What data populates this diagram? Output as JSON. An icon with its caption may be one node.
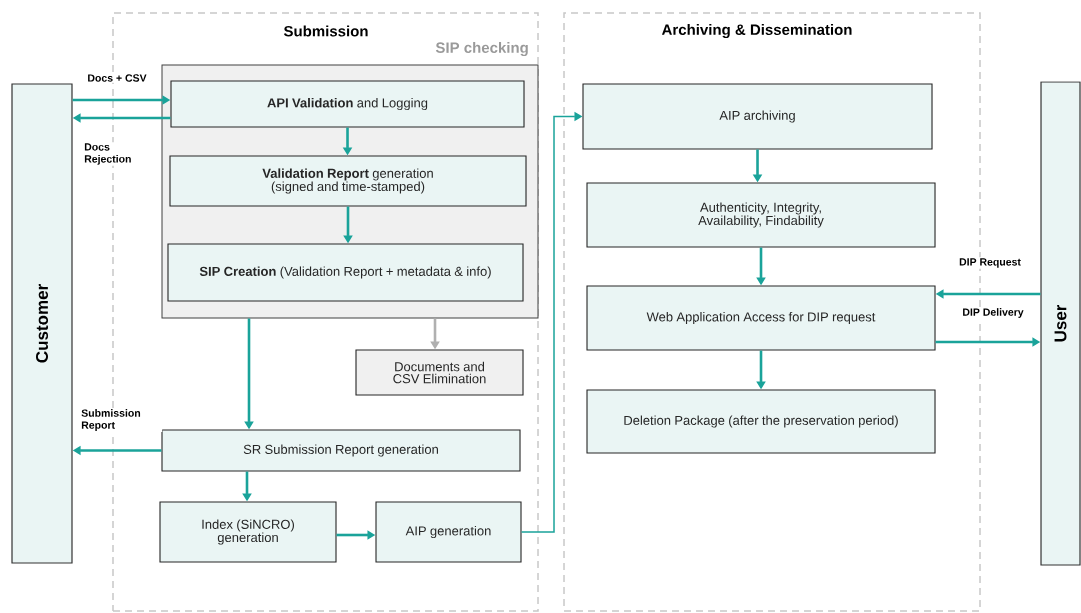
{
  "diagram": {
    "nodes": [
      {
        "text": [
          "Customer"
        ]
      },
      {
        "text": [
          "Submission"
        ]
      },
      {
        "text": [
          "SIP checking"
        ],
        "in": 1
      },
      {
        "text": [
          "**API Validation** and Logging"
        ],
        "in": 2
      },
      {
        "text": [
          "**Validation Report** generation (signed and time-stamped)"
        ],
        "in": 2
      },
      {
        "text": [
          "**SIP Creation** (Validation Report + metadata & info)"
        ],
        "in": 2
      },
      {
        "text": [
          "Documents and CSV Elimination"
        ],
        "in": 1
      },
      {
        "text": [
          "SR Submission Report generation"
        ],
        "in": 1
      },
      {
        "text": [
          "Index (SiNCRO) generation"
        ],
        "in": 1
      },
      {
        "text": [
          "AIP generation"
        ],
        "in": 1
      },
      {
        "text": [
          "Archiving & Dissemination"
        ]
      },
      {
        "text": [
          "AIP archiving"
        ],
        "in": 10
      },
      {
        "text": [
          "Authenticity, Integrity, Availability, Findability"
        ],
        "in": 10
      },
      {
        "text": [
          "Web Application Access for DIP request"
        ],
        "in": 10
      },
      {
        "text": [
          "Deletion Package (after the preservation period)"
        ],
        "in": 10
      },
      {
        "text": [
          "User"
        ]
      }
    ],
    "edges": [
      {
        "from": 0,
        "to": 3,
        "arrow": "to",
        "label": "Docs + CSV"
      },
      {
        "from": 3,
        "to": 0,
        "arrow": "to",
        "label": "Docs Rejection"
      },
      {
        "from": 3,
        "to": 4,
        "arrow": "to"
      },
      {
        "from": 4,
        "to": 5,
        "arrow": "to"
      },
      {
        "from": 2,
        "to": 6,
        "arrow": "to",
        "color": "#b0b0b0"
      },
      {
        "from": 2,
        "to": 7,
        "arrow": "to"
      },
      {
        "from": 7,
        "to": 0,
        "arrow": "to",
        "label": "Submission Report"
      },
      {
        "from": 7,
        "to": 8,
        "arrow": "to"
      },
      {
        "from": 8,
        "to": 9,
        "arrow": "to"
      },
      {
        "from": 9,
        "to": 11,
        "arrow": "to"
      },
      {
        "from": 11,
        "to": 12,
        "arrow": "to"
      },
      {
        "from": 12,
        "to": 13,
        "arrow": "to"
      },
      {
        "from": 13,
        "to": 14,
        "arrow": "to"
      },
      {
        "from": 15,
        "to": 13,
        "arrow": "to",
        "label": "DIP Request"
      },
      {
        "from": 13,
        "to": 15,
        "arrow": "to",
        "label": "DIP Delivery"
      }
    ]
  }
}
